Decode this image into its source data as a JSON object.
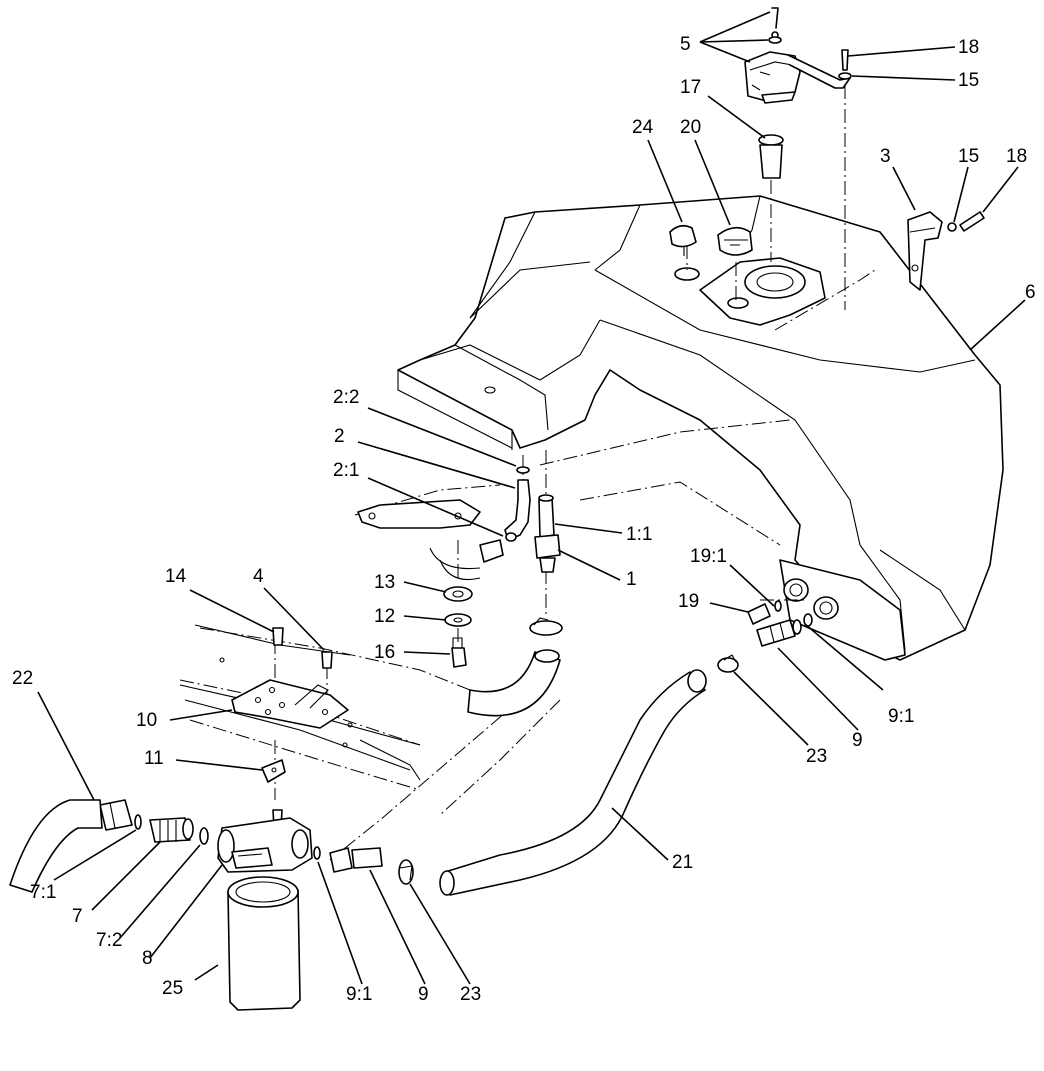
{
  "callouts": {
    "c5": "5",
    "c18a": "18",
    "c15a": "15",
    "c17": "17",
    "c24": "24",
    "c20": "20",
    "c3": "3",
    "c15b": "15",
    "c18b": "18",
    "c6": "6",
    "c2_2": "2:2",
    "c2": "2",
    "c2_1": "2:1",
    "c1_1": "1:1",
    "c1": "1",
    "c13": "13",
    "c12": "12",
    "c16": "16",
    "c14": "14",
    "c4": "4",
    "c22": "22",
    "c10": "10",
    "c11": "11",
    "c19_1": "19:1",
    "c19": "19",
    "c9_1a": "9:1",
    "c9a": "9",
    "c23a": "23",
    "c21": "21",
    "c7_1": "7:1",
    "c7": "7",
    "c7_2": "7:2",
    "c8": "8",
    "c25": "25",
    "c9_1b": "9:1",
    "c9b": "9",
    "c23b": "23"
  }
}
